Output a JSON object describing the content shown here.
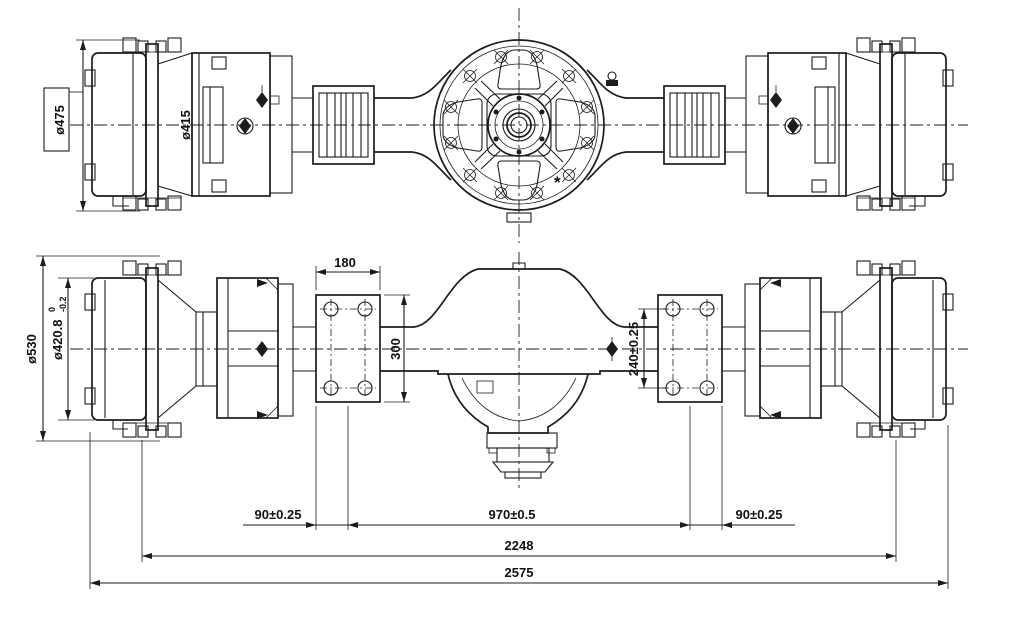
{
  "drawing": {
    "top_view": {
      "flange_diameter": "ø475",
      "drum_diameter": "ø415",
      "star_marker": "*"
    },
    "bottom_view": {
      "brake_drum_diameter": "ø530",
      "hub_pilot_diameter": "ø420.8",
      "hub_pilot_tol_upper": "0",
      "hub_pilot_tol_lower": "-0.2",
      "spring_seat_width": "180",
      "spring_seat_length": "300",
      "seat_bolt_spacing": "240±0.25"
    },
    "horizontal_dims": {
      "offset_left": "90±0.25",
      "spring_track": "970±0.5",
      "offset_right": "90±0.25",
      "flange_to_flange": "2248",
      "overall_length": "2575"
    }
  }
}
